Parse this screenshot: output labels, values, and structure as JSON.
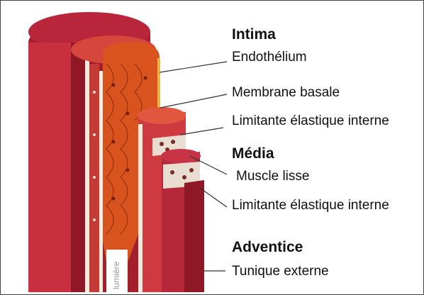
{
  "labels": {
    "intima": "Intima",
    "endothelium": "Endothélium",
    "membrane_basale": "Membrane basale",
    "limitante_interne_1": "Limitante élastique interne",
    "media": "Média",
    "muscle_lisse": "Muscle lisse",
    "limitante_interne_2": "Limitante élastique interne",
    "adventice": "Adventice",
    "tunique_externe": "Tunique externe",
    "lumen": "lumière"
  },
  "colors": {
    "adventitia_dark": "#9b1c2a",
    "adventitia": "#c3283a",
    "media": "#d6463d",
    "elastic": "#f3e9dc",
    "intima_orange": "#d9531e",
    "basal_gold": "#e8b54a",
    "leader": "#333333"
  }
}
